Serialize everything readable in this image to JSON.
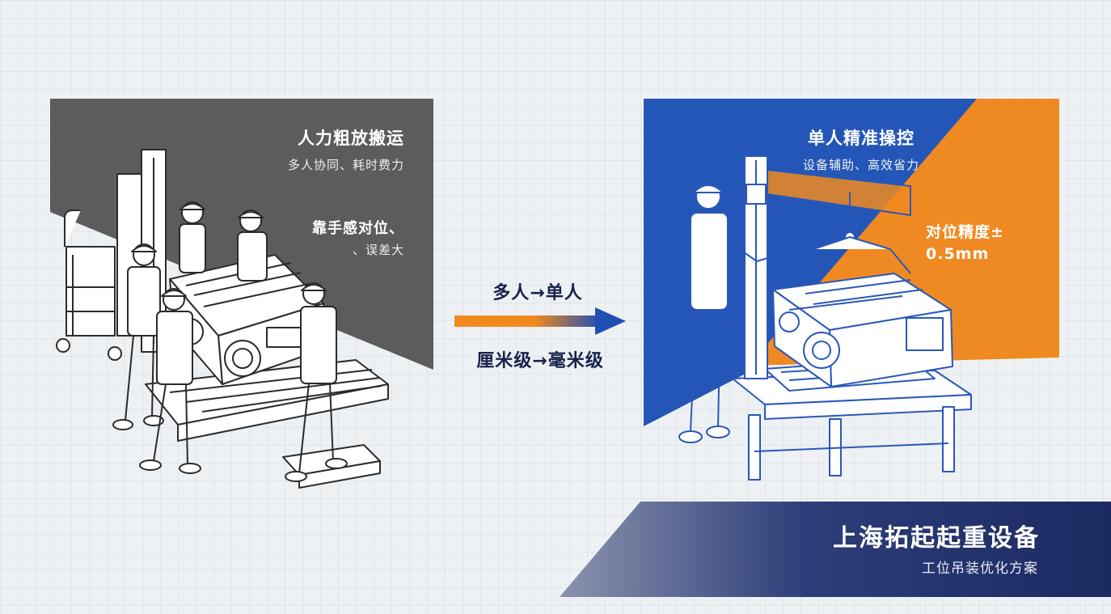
{
  "left": {
    "title": "人力粗放搬运",
    "subtitle": "多人协同、耗时费力",
    "note_line1": "靠手感对位、",
    "note_line2": "、误差大"
  },
  "middle": {
    "top": "多人→单人",
    "bottom": "厘米级→毫米级"
  },
  "right": {
    "title": "单人精准操控",
    "subtitle": "设备辅助、高效省力",
    "note_line1": "对位精度±",
    "note_line2": "0.5mm"
  },
  "banner": {
    "title": "上海拓起起重设备",
    "subtitle": "工位吊装优化方案"
  },
  "colors": {
    "left_panel": "#5c5c5f",
    "right_blue": "#2456b8",
    "right_orange": "#ef8a22",
    "text_dark": "#16224a",
    "banner_dark": "#1f2f66",
    "illus_blue": "#2a58b8"
  },
  "icons": {
    "left_illustration": "workers-carrying-engine-illustration",
    "right_illustration": "worker-operating-crane-illustration",
    "arrow": "gradient-right-arrow-icon"
  }
}
